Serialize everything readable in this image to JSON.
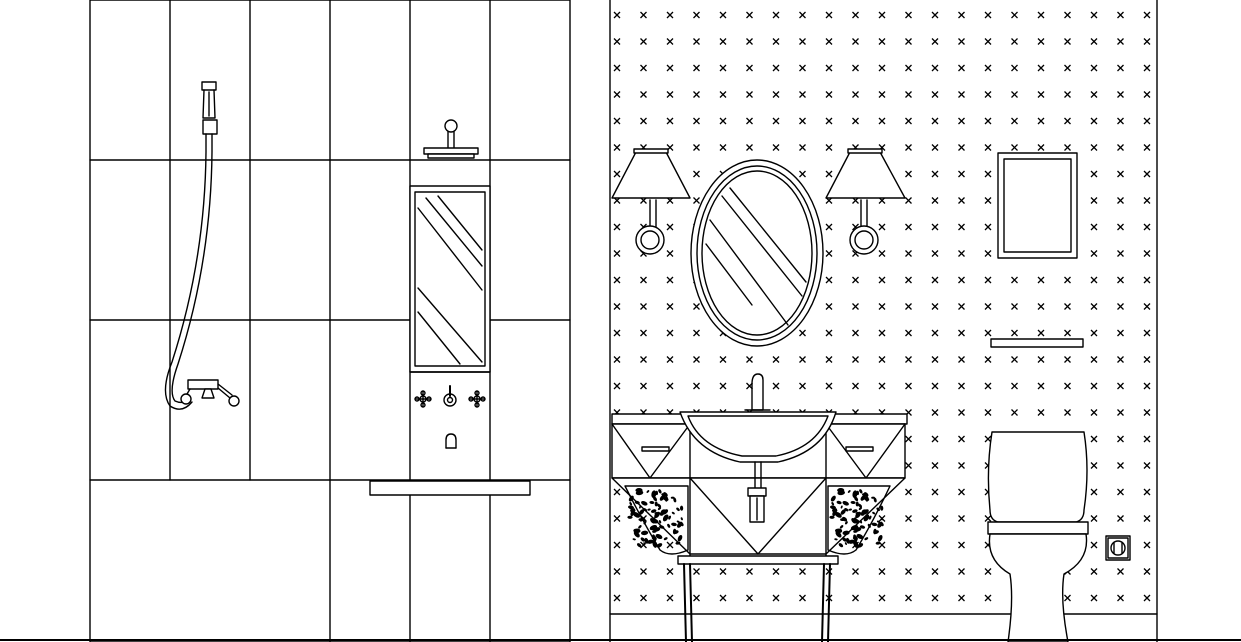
{
  "drawing": {
    "type": "bathroom-elevation",
    "line_color": "#000000",
    "background_color": "#ffffff",
    "wall_pattern": "x-marks",
    "elements": [
      "tiled-shower-wall",
      "hand-shower",
      "shower-mixer",
      "shower-head",
      "tall-mirror",
      "wall-taps",
      "wall-shelf",
      "wall-sconce",
      "oval-mirror",
      "vanity-basin",
      "framed-picture",
      "toilet",
      "socket"
    ]
  }
}
